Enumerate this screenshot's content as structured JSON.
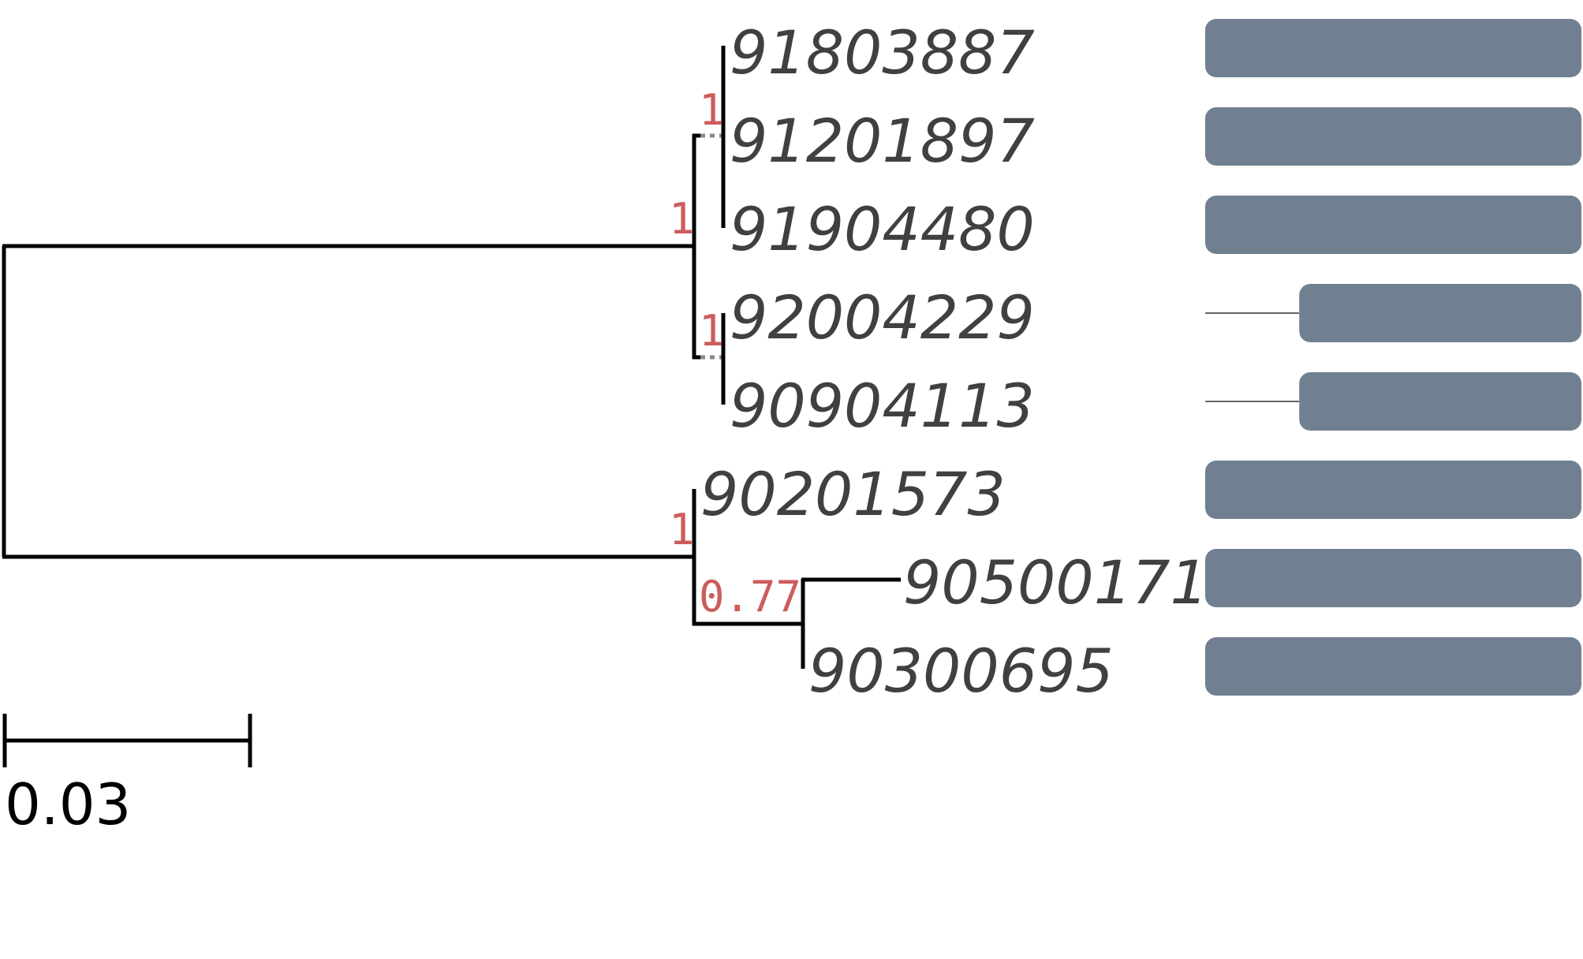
{
  "colors": {
    "branch": "#000000",
    "support": "#cd5c5c",
    "label": "#404040",
    "box": "#708090"
  },
  "leaves": [
    {
      "id": "91803887",
      "label": "91803887",
      "bar": 1.0
    },
    {
      "id": "91201897",
      "label": "91201897",
      "bar": 1.0
    },
    {
      "id": "91904480",
      "label": "91904480",
      "bar": 1.0
    },
    {
      "id": "92004229",
      "label": "92004229",
      "bar": 0.75
    },
    {
      "id": "90904113",
      "label": "90904113",
      "bar": 0.75
    },
    {
      "id": "90201573",
      "label": "90201573",
      "bar": 1.0
    },
    {
      "id": "90500171",
      "label": "90500171",
      "bar": 1.0
    },
    {
      "id": "90300695",
      "label": "90300695",
      "bar": 1.0
    }
  ],
  "supports": {
    "s1": "1",
    "s2": "1",
    "s3": "1",
    "s4": "1",
    "s5": "0.77"
  },
  "scale_bar": {
    "value": 0.03,
    "label": "0.03"
  }
}
